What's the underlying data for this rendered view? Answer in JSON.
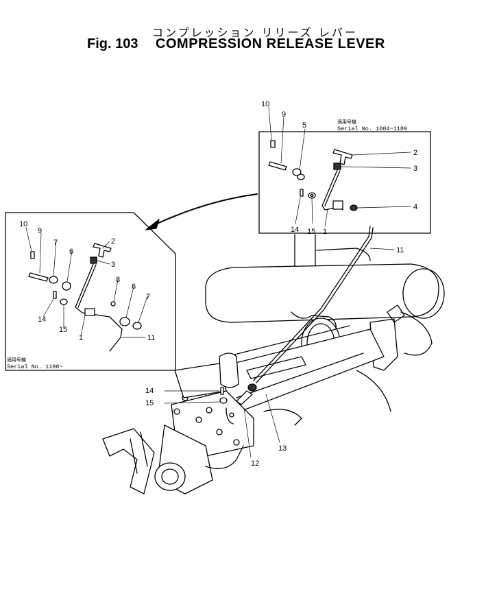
{
  "header": {
    "title_japanese": "コンプレッション リリーズ レバー",
    "figure_number": "Fig. 103",
    "title_english": "COMPRESSION RELEASE LEVER"
  },
  "detail_upper": {
    "applicable_label": "適用号機",
    "serial_range": "Serial No. 1004~1189",
    "callouts": [
      "10",
      "9",
      "5",
      "2",
      "3",
      "4",
      "14",
      "15",
      "1"
    ]
  },
  "detail_lower": {
    "applicable_label": "適用号機",
    "serial_range": "Serial No. 1190~",
    "callouts": [
      "10",
      "9",
      "7",
      "6",
      "2",
      "3",
      "8",
      "6",
      "7",
      "14",
      "15",
      "1",
      "11"
    ]
  },
  "main_view": {
    "callouts": [
      "11",
      "14",
      "15",
      "12",
      "13"
    ]
  }
}
